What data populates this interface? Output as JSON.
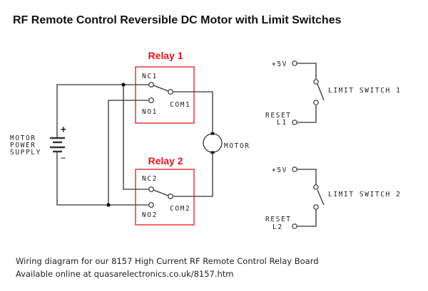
{
  "title": "RF Remote Control Reversible DC Motor with Limit Switches",
  "relays": [
    {
      "label": "Relay 1",
      "nc": "NC1",
      "no": "NO1",
      "com": "COM1"
    },
    {
      "label": "Relay 2",
      "nc": "NC2",
      "no": "NO2",
      "com": "COM2"
    }
  ],
  "power_supply": {
    "lines": [
      "MOTOR",
      "POWER",
      "SUPPLY"
    ],
    "plus": "+",
    "minus": "−"
  },
  "motor": {
    "label": "MOTOR"
  },
  "limit_switches": [
    {
      "supply": "+5V",
      "label": "LIMIT SWITCH 1",
      "reset": "RESET",
      "reset_id": "L1"
    },
    {
      "supply": "+5V",
      "label": "LIMIT SWITCH 2",
      "reset": "RESET",
      "reset_id": "L2"
    }
  ],
  "caption": {
    "line1": "Wiring diagram for our 8157 High Current RF Remote Control Relay Board",
    "line2": "Available online at quasarelectronics.co.uk/8157.htm"
  },
  "colors": {
    "relay_accent": "#e8141c",
    "wire": "#333333"
  }
}
